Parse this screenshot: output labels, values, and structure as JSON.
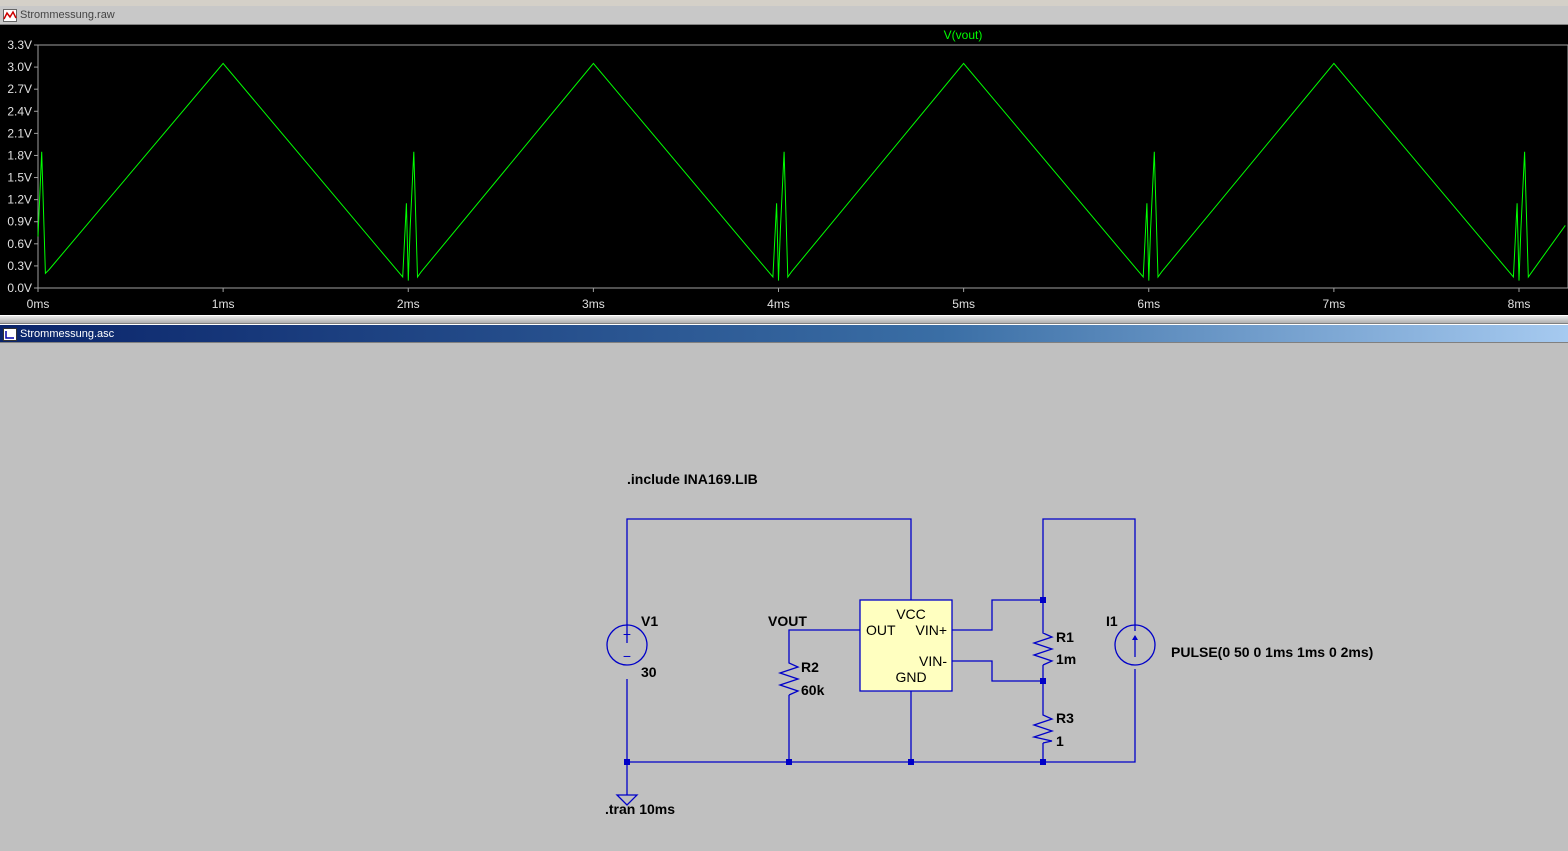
{
  "waveform_window": {
    "title": "Strommessung.raw",
    "trace_label": "V(vout)",
    "trace_color": "#00ff00",
    "chart_data": {
      "type": "line",
      "title": "V(vout)",
      "xlabel": "",
      "ylabel": "",
      "y_ticks": [
        "3.3V",
        "3.0V",
        "2.7V",
        "2.4V",
        "2.1V",
        "1.8V",
        "1.5V",
        "1.2V",
        "0.9V",
        "0.6V",
        "0.3V",
        "0.0V"
      ],
      "x_ticks": [
        "0ms",
        "1ms",
        "2ms",
        "3ms",
        "4ms",
        "5ms",
        "6ms",
        "7ms",
        "8ms"
      ],
      "ylim": [
        0,
        3.3
      ],
      "xlim": [
        0,
        8.25
      ],
      "series": [
        {
          "x": [
            0.0,
            0.02,
            0.04,
            0.06,
            1.0,
            1.97,
            1.99,
            2.0,
            2.01,
            2.03,
            2.05,
            2.07,
            3.0,
            3.97,
            3.99,
            4.0,
            4.01,
            4.03,
            4.05,
            4.07,
            5.0,
            5.97,
            5.99,
            6.0,
            6.01,
            6.03,
            6.05,
            6.07,
            7.0,
            7.97,
            7.99,
            8.0,
            8.01,
            8.03,
            8.05,
            8.07,
            8.25
          ],
          "y": [
            0.7,
            1.85,
            0.2,
            0.25,
            3.05,
            0.15,
            1.15,
            0.1,
            0.8,
            1.85,
            0.15,
            0.22,
            3.05,
            0.15,
            1.15,
            0.1,
            0.8,
            1.85,
            0.15,
            0.22,
            3.05,
            0.15,
            1.15,
            0.1,
            0.8,
            1.85,
            0.15,
            0.22,
            3.05,
            0.15,
            1.15,
            0.1,
            0.8,
            1.85,
            0.15,
            0.22,
            0.85
          ]
        }
      ]
    }
  },
  "schematic_window": {
    "title": "Strommessung.asc",
    "directives": {
      "include": ".include INA169.LIB",
      "tran": ".tran 10ms"
    },
    "net_label": "VOUT",
    "v1": {
      "name": "V1",
      "value": "30"
    },
    "r2": {
      "name": "R2",
      "value": "60k"
    },
    "r1": {
      "name": "R1",
      "value": "1m"
    },
    "r3": {
      "name": "R3",
      "value": "1"
    },
    "i1": {
      "name": "I1",
      "value": "PULSE(0 50 0 1ms 1ms 0 2ms)"
    },
    "ic": {
      "vcc": "VCC",
      "out": "OUT",
      "vinp": "VIN+",
      "vinm": "VIN-",
      "gnd": "GND"
    },
    "wire_color": "#0000c8",
    "ic_fill": "#ffffc0"
  }
}
